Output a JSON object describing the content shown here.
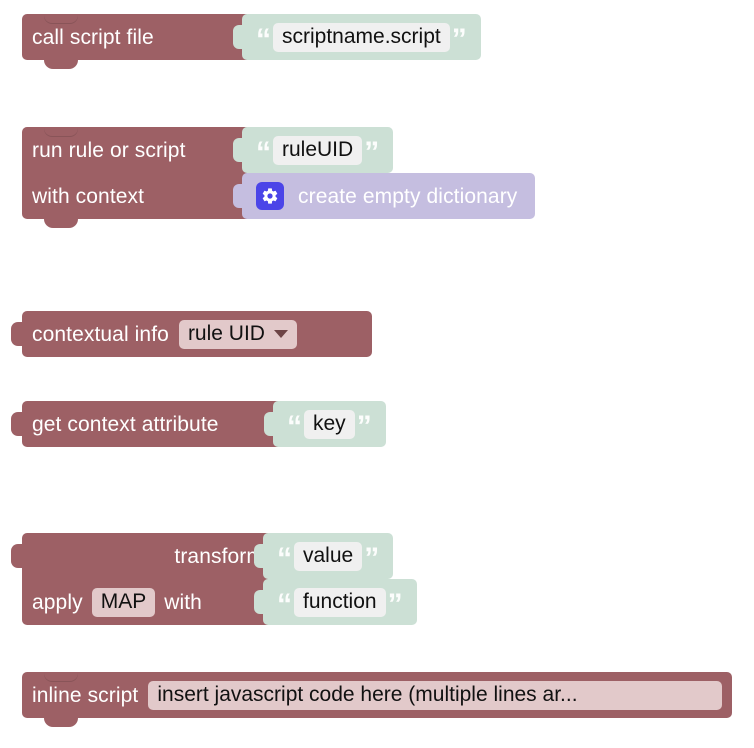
{
  "editor": {
    "name": "blockly-workspace",
    "background": "#ffffff",
    "colors": {
      "statement_block": "#9d6065",
      "string_value_block": "#cce0d5",
      "dictionary_value_block": "#c5bee0",
      "field_light": "#f0f0f0",
      "field_on_block": "#e2c9ca",
      "mutator_button": "#4b45e8",
      "label_text": "#ffffff",
      "field_text": "#111111"
    }
  },
  "blocks": [
    {
      "id": "call-script-file",
      "kind": "statement",
      "rows": [
        {
          "label": "call script file"
        }
      ],
      "value": {
        "kind": "string",
        "open_quote": "“",
        "close_quote": "”",
        "field": "scriptname.script"
      }
    },
    {
      "id": "run-rule-or-script",
      "kind": "statement",
      "rows": [
        {
          "label": "run rule or script"
        },
        {
          "label": "with context"
        }
      ],
      "value_a": {
        "kind": "string",
        "open_quote": "“",
        "close_quote": "”",
        "field": "ruleUID"
      },
      "value_b": {
        "kind": "dictionary",
        "mutator_icon": "gear-icon",
        "label": "create empty dictionary"
      }
    },
    {
      "id": "contextual-info",
      "kind": "value",
      "rows": [
        {
          "label": "contextual info"
        }
      ],
      "dropdown": {
        "name": "info-type-dropdown",
        "selected": "rule UID",
        "icon": "chevron-down-icon"
      }
    },
    {
      "id": "get-context-attribute",
      "kind": "value",
      "rows": [
        {
          "label": "get context attribute"
        }
      ],
      "value": {
        "kind": "string",
        "open_quote": "“",
        "close_quote": "”",
        "field": "key"
      }
    },
    {
      "id": "transform",
      "kind": "value",
      "rows": [
        {
          "label": "transform"
        },
        {
          "prefix": "apply",
          "field": "MAP",
          "suffix": "with"
        }
      ],
      "value_a": {
        "kind": "string",
        "open_quote": "“",
        "close_quote": "”",
        "field": "value"
      },
      "value_b": {
        "kind": "string",
        "open_quote": "“",
        "close_quote": "”",
        "field": "function"
      }
    },
    {
      "id": "inline-script",
      "kind": "statement",
      "rows": [
        {
          "label": "inline script"
        }
      ],
      "code_field": "insert javascript code here (multiple lines ar..."
    }
  ]
}
